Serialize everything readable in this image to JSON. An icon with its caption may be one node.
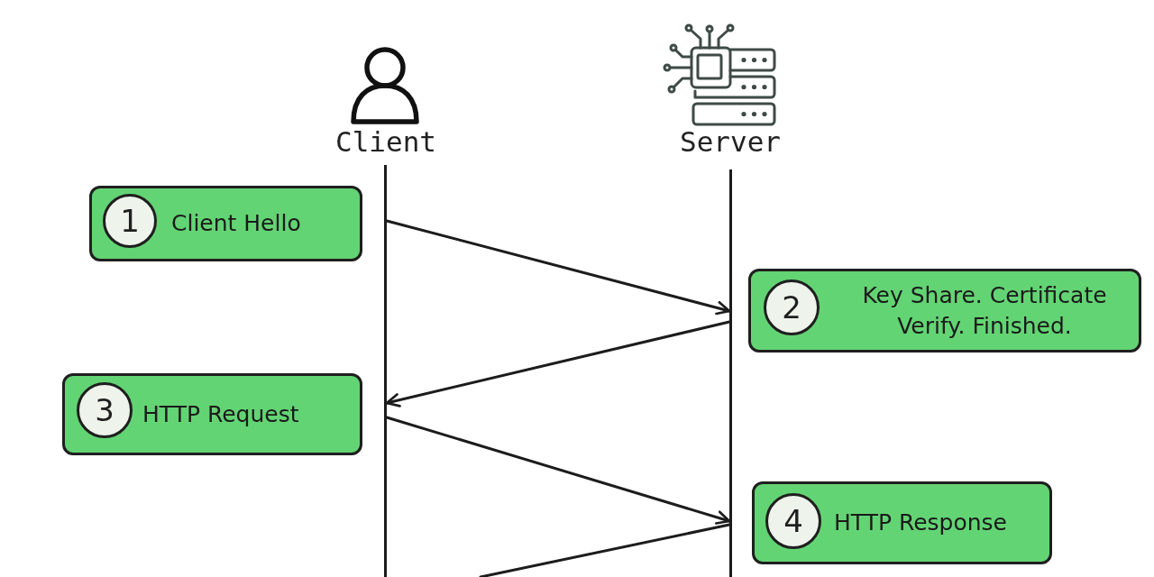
{
  "diagram": {
    "nodes": [
      {
        "text": [
          "Client"
        ]
      },
      {
        "text": [
          "Server"
        ]
      },
      {
        "text": [],
        "shape": "line"
      },
      {
        "text": [],
        "shape": "line"
      },
      {
        "text": [
          "Client Hello"
        ]
      },
      {
        "text": [
          "1"
        ],
        "in": 4
      },
      {
        "text": [
          "Key Share. Certificate Verify. Finished."
        ]
      },
      {
        "text": [
          "2"
        ],
        "in": 6
      },
      {
        "text": [
          "HTTP Request"
        ]
      },
      {
        "text": [
          "3"
        ],
        "in": 8
      },
      {
        "text": [
          "HTTP Response"
        ]
      },
      {
        "text": [
          "4"
        ],
        "in": 10
      }
    ],
    "edges": [
      {
        "from": 2,
        "to": 3,
        "arrow": "to"
      },
      {
        "from": 3,
        "to": 2,
        "arrow": "to"
      },
      {
        "from": 2,
        "to": 3,
        "arrow": "to"
      },
      {
        "from": 3,
        "to": null,
        "arrow": "none"
      }
    ]
  }
}
